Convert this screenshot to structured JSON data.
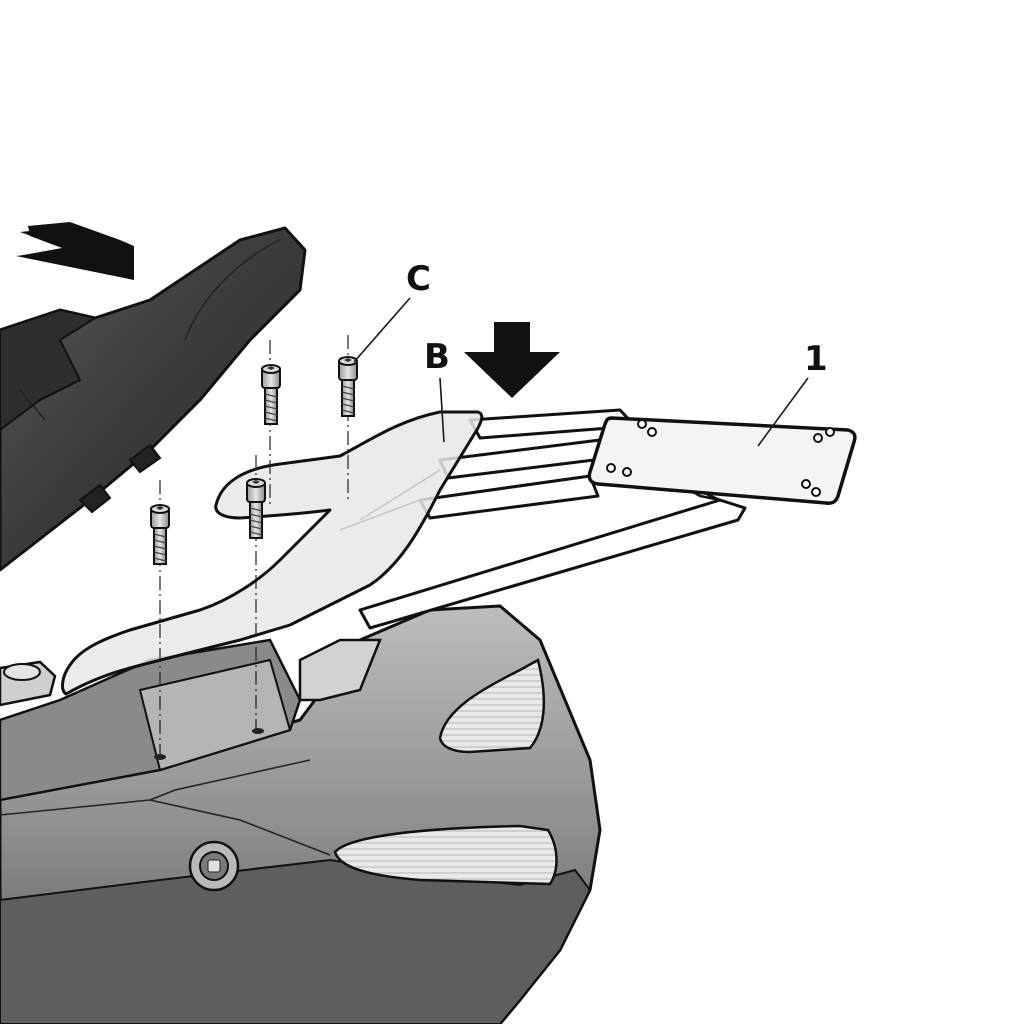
{
  "labels": {
    "part_1": "1",
    "part_b": "B",
    "part_c": "C"
  },
  "colors": {
    "outline": "#111111",
    "dark_body": "#3a3a3a",
    "mid_body": "#6e6e6e",
    "light_body": "#a9a9a9",
    "plate": "#f4f4f4",
    "translucent_plate": "#e6e6e6",
    "background": "#ffffff"
  },
  "icons": [
    "push-arrow-icon",
    "down-arrow-icon",
    "bolt-icon"
  ]
}
